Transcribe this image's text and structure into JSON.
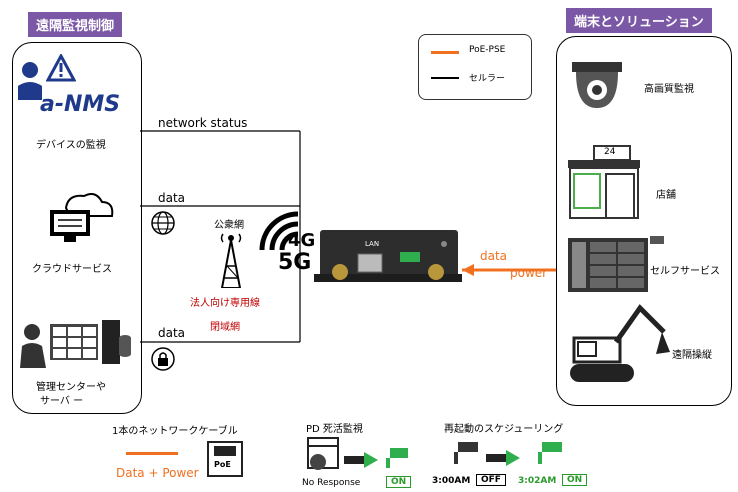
{
  "left_header": "遠隔監視制御",
  "right_header": "端末とソリューション",
  "legend": {
    "poe_label": "PoE-PSE",
    "cellular_label": "セルラー",
    "poe_color": "#f07020"
  },
  "left_items": {
    "nms_logo": "a-NMS",
    "device_monitor": "デバイスの監視",
    "cloud": "クラウドサービス",
    "mgmt_line1": "管理センターや",
    "mgmt_line2": "サーバ ー"
  },
  "links": {
    "network_status": "network status",
    "data1": "data",
    "data2": "data"
  },
  "network": {
    "public": "公衆網",
    "private_line": "法人向け専用線",
    "closed": "閉域網",
    "logo_4g": "4G",
    "logo_5g": "5G"
  },
  "device": {
    "lan": "LAN"
  },
  "right_link": {
    "data": "data",
    "power": "power"
  },
  "right_items": {
    "camera": "高画質監視",
    "shop_number": "24",
    "shop": "店舗",
    "self_service": "セルフサービス",
    "remote": "遠隔操縦"
  },
  "bottom": {
    "cable_title": "1本のネットワークケーブル",
    "cable_caption": "Data + Power",
    "poe_icon": "PoE",
    "pd_title": "PD 死活監視",
    "pd_caption": "No Response",
    "on1": "ON",
    "reboot_title": "再起動のスケジューリング",
    "time1": "3:00AM",
    "off": "OFF",
    "time2": "3:02AM",
    "on2": "ON"
  }
}
